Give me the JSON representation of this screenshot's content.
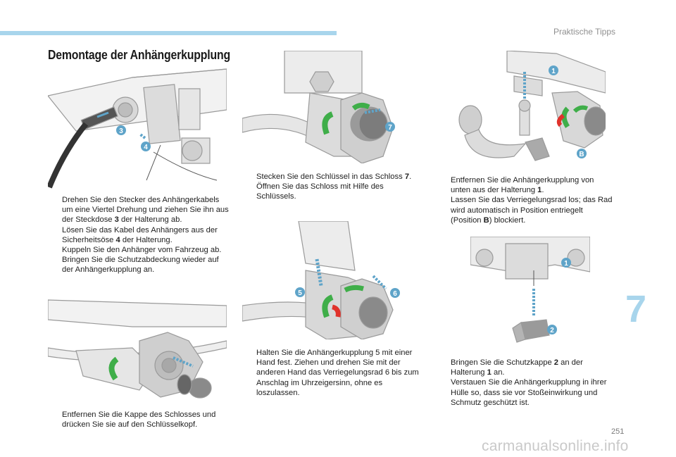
{
  "header": {
    "section_title": "Praktische Tipps"
  },
  "heading": "Demontage der Anhängerkupplung",
  "chapter_number": "7",
  "page_number": "251",
  "watermark": "carmanualsonline.info",
  "bullet_symbol": "",
  "callouts": [
    "3",
    "4",
    "7",
    "5",
    "6",
    "1",
    "B",
    "1",
    "2"
  ],
  "colors": {
    "accent": "#a8d5ec",
    "callout": "#5fa4c9",
    "green": "#3fae49",
    "red": "#e0322b"
  },
  "blocks": {
    "b1": [
      [
        "Drehen Sie den Stecker des Anhängerkabels um eine Viertel Drehung und ziehen Sie ihn aus der Steckdose ",
        "3",
        " der Halterung ab."
      ],
      [
        "Lösen Sie das Kabel des Anhängers aus der Sicherheitsöse ",
        "4",
        " der Halterung."
      ],
      [
        "Kuppeln Sie den Anhänger vom Fahrzeug ab.",
        "",
        ""
      ],
      [
        "Bringen Sie die Schutzabdeckung wieder auf der Anhängerkupplung an.",
        "",
        ""
      ]
    ],
    "b2": [
      [
        "Entfernen Sie die Kappe des Schlosses und drücken Sie sie auf den Schlüsselkopf.",
        "",
        ""
      ]
    ],
    "b3": [
      [
        "Stecken Sie den Schlüssel in das Schloss ",
        "7",
        "."
      ],
      [
        "Öffnen Sie das Schloss mit Hilfe des Schlüssels.",
        "",
        ""
      ]
    ],
    "b4": [
      [
        "Halten Sie die Anhängerkupplung 5 mit einer Hand fest. Ziehen und drehen Sie mit der anderen Hand das Verriegelungsrad 6 bis zum Anschlag im Uhrzeigersinn, ohne es loszulassen.",
        "",
        ""
      ]
    ],
    "b5": [
      [
        "Entfernen Sie die Anhängerkupplung von unten aus der Halterung ",
        "1",
        "."
      ],
      [
        "Lassen Sie das Verriegelungsrad los; das Rad wird automatisch in Position entriegelt (Position ",
        "B",
        ") blockiert."
      ]
    ],
    "b6": [
      [
        "Bringen Sie die Schutzkappe ",
        "2",
        " an der Halterung ",
        "1",
        " an."
      ],
      [
        "Verstauen Sie die Anhängerkupplung in ihrer Hülle so, dass sie vor Stoßeinwirkung und Schmutz geschützt ist.",
        "",
        ""
      ]
    ]
  }
}
